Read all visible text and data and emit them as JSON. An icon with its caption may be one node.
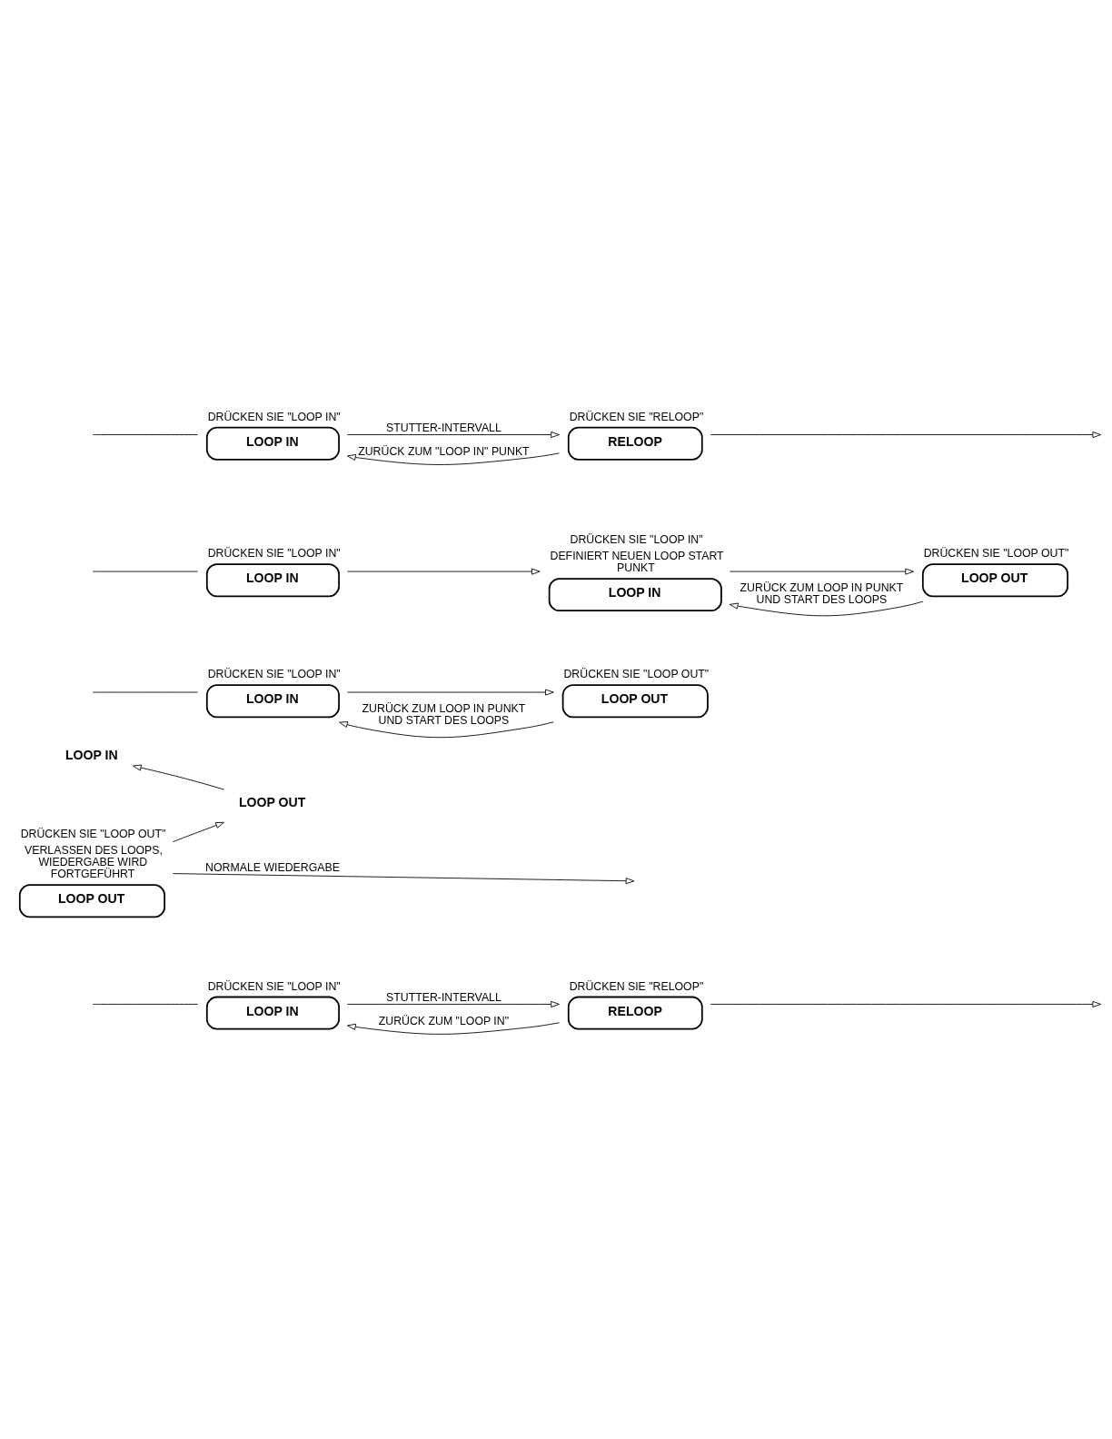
{
  "diagram": {
    "nodes": [
      {
        "text": [
          "LOOP IN"
        ],
        "beside": [
          "DRÜCKEN SIE \"LOOP IN\""
        ]
      },
      {
        "text": [
          "RELOOP"
        ],
        "beside": [
          "DRÜCKEN SIE \"RELOOP\""
        ]
      },
      {
        "text": [
          "LOOP IN"
        ],
        "beside": [
          "DRÜCKEN SIE \"LOOP IN\""
        ]
      },
      {
        "text": [
          "LOOP IN"
        ],
        "beside": [
          "DRÜCKEN SIE \"LOOP IN\"",
          "DEFINIERT NEUEN LOOP START PUNKT"
        ]
      },
      {
        "text": [
          "LOOP OUT"
        ],
        "beside": [
          "DRÜCKEN SIE \"LOOP OUT\""
        ]
      },
      {
        "text": [
          "LOOP IN"
        ],
        "beside": [
          "DRÜCKEN SIE \"LOOP IN\""
        ]
      },
      {
        "text": [
          "LOOP OUT"
        ],
        "beside": [
          "DRÜCKEN SIE \"LOOP OUT\""
        ]
      },
      {
        "text": [
          "LOOP IN"
        ]
      },
      {
        "text": [
          "LOOP OUT"
        ],
        "beside": [
          "DRÜCKEN SIE \"LOOP OUT\"",
          "VERLASSEN DES LOOPS, WIEDERGABE WIRD FORTGEFÜHRT"
        ]
      },
      {
        "text": [
          "LOOP OUT"
        ]
      },
      {
        "text": [
          "LOOP IN"
        ],
        "beside": [
          "DRÜCKEN SIE \"LOOP IN\""
        ]
      },
      {
        "text": [
          "RELOOP"
        ],
        "beside": [
          "DRÜCKEN SIE \"RELOOP\""
        ]
      }
    ],
    "edges": [
      {
        "from": null,
        "to": 0,
        "arrow": "none"
      },
      {
        "from": 0,
        "to": 1,
        "arrow": "to",
        "label": "STUTTER-INTERVALL"
      },
      {
        "from": 1,
        "to": null,
        "arrow": "to"
      },
      {
        "from": 1,
        "to": 0,
        "arrow": "to",
        "label": "ZURÜCK ZUM \"LOOP IN\" PUNKT"
      },
      {
        "from": null,
        "to": 2,
        "arrow": "none"
      },
      {
        "from": 2,
        "to": 3,
        "arrow": "to"
      },
      {
        "from": 3,
        "to": 4,
        "arrow": "to"
      },
      {
        "from": 4,
        "to": 3,
        "arrow": "to",
        "label": "ZURÜCK ZUM LOOP IN PUNKT UND START DES LOOPS"
      },
      {
        "from": null,
        "to": 5,
        "arrow": "none"
      },
      {
        "from": 5,
        "to": 6,
        "arrow": "to"
      },
      {
        "from": 6,
        "to": 5,
        "arrow": "to",
        "label": "ZURÜCK ZUM LOOP IN PUNKT UND START DES LOOPS"
      },
      {
        "from": 8,
        "to": null,
        "arrow": "to",
        "label": "NORMALE WIEDERGABE"
      },
      {
        "from": 8,
        "to": 9,
        "arrow": "to"
      },
      {
        "from": 9,
        "to": 7,
        "arrow": "to"
      },
      {
        "from": null,
        "to": 10,
        "arrow": "none"
      },
      {
        "from": 10,
        "to": 11,
        "arrow": "to",
        "label": "STUTTER-INTERVALL"
      },
      {
        "from": 11,
        "to": null,
        "arrow": "to"
      },
      {
        "from": 11,
        "to": 10,
        "arrow": "to",
        "label": "ZURÜCK ZUM \"LOOP IN\""
      }
    ]
  }
}
